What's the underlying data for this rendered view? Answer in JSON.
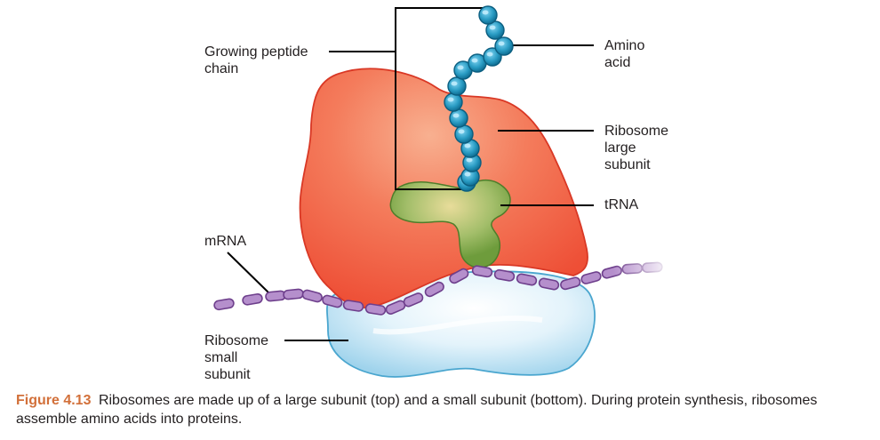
{
  "labels": {
    "peptide": "Growing peptide\nchain",
    "amino": "Amino\nacid",
    "large": "Ribosome\nlarge\nsubunit",
    "trna": "tRNA",
    "mrna": "mRNA",
    "small": "Ribosome\nsmall\nsubunit"
  },
  "caption": {
    "figure": "Figure 4.13",
    "text": "Ribosomes are made up of a large subunit (top) and a small subunit (bottom). During protein synthesis, ribosomes assemble amino acids into proteins."
  },
  "colors": {
    "large_subunit": "#f05a3c",
    "small_subunit": "#c8e6f4",
    "trna": "#7aa843",
    "amino_acid": "#2a9cc4",
    "mrna": "#8e5aa8",
    "caption_accent": "#d2703a"
  },
  "icons": {
    "amino_acid": "blue-bead-icon",
    "mrna_segment": "purple-segment-icon"
  }
}
